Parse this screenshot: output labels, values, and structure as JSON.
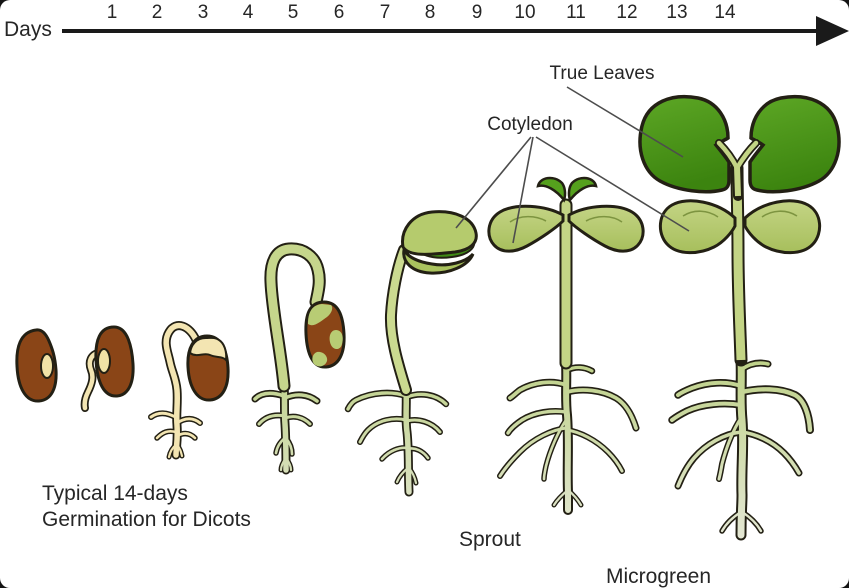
{
  "timeline": {
    "label": "Days",
    "days": [
      "1",
      "2",
      "3",
      "4",
      "5",
      "6",
      "7",
      "8",
      "9",
      "10",
      "11",
      "12",
      "13",
      "14"
    ]
  },
  "labels": {
    "true_leaves": "True Leaves",
    "cotyledon": "Cotyledon",
    "caption_line1": "Typical 14-days",
    "caption_line2": "Germination for Dicots",
    "sprout": "Sprout",
    "microgreen": "Microgreen"
  },
  "colors": {
    "seed_brown": "#8a4517",
    "seed_coat_outline": "#232014",
    "root_cream": "#f3e5b2",
    "stem_green": "#c7d78c",
    "root_pale_green": "#dde3c6",
    "cotyledon_green": "#b5cb6d",
    "true_leaf_green": "#4f9a1e",
    "axis_black": "#1a1a1a",
    "label_gray": "#262626"
  }
}
